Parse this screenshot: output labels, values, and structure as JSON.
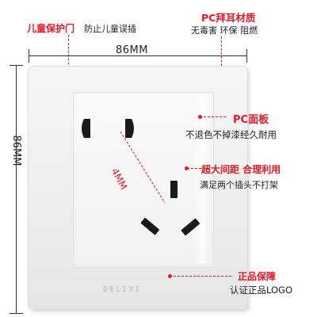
{
  "dimensions": {
    "width_label": "86MM",
    "height_label": "86MM",
    "spacing_label": "4MM"
  },
  "logo_text": "DELIXI",
  "callouts": {
    "child_door": {
      "title": "儿童保护门",
      "sub": "防止儿童误插"
    },
    "pc_ears": {
      "title": "PC拜耳材质",
      "sub": "无毒害 环保 阻燃"
    },
    "pc_panel": {
      "title": "PC面板",
      "sub": "不退色不掉漆经久耐用"
    },
    "spacing": {
      "title": "超大间距 合理利用",
      "sub": "满足两个插头不打架"
    },
    "genuine": {
      "title": "正品保障",
      "sub": "认证正品LOGO"
    }
  },
  "colors": {
    "accent": "#e5192a",
    "panel": "#eeeeee",
    "socket_hole": "#1a1a1a"
  }
}
